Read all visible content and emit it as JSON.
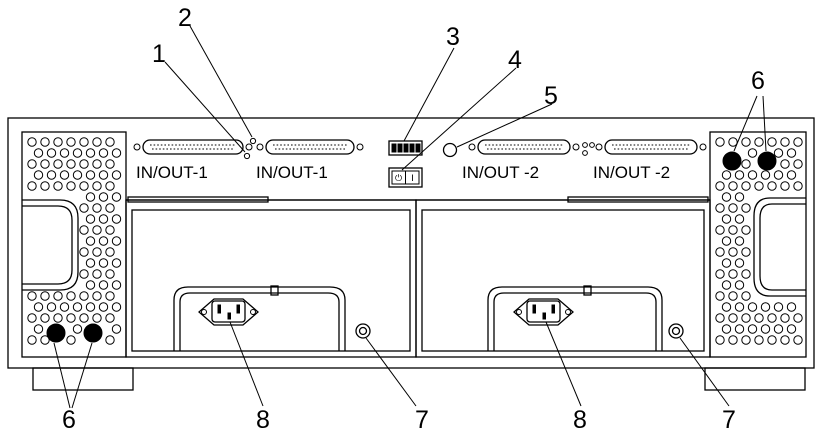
{
  "callouts": [
    "1",
    "2",
    "3",
    "4",
    "5",
    "6",
    "7",
    "8"
  ],
  "port_labels": {
    "in_out_1": "IN/OUT-1",
    "in_out_2": "IN/OUT -2"
  },
  "power_switch": {
    "off_symbol": "⏻",
    "on_symbol": "I"
  },
  "icons": [
    "serial-port-icon",
    "power-socket-icon",
    "screw-icon",
    "dip-switch-icon",
    "led-icon",
    "vent-grille-icon",
    "handle-icon"
  ],
  "colors": {
    "line": "#000000",
    "background": "#ffffff"
  }
}
